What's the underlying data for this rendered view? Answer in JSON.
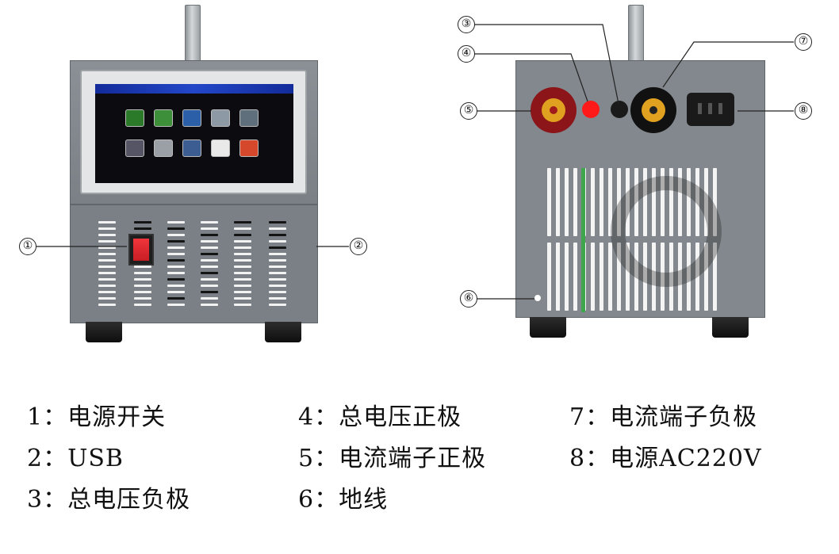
{
  "callouts": {
    "front": [
      "①",
      "②"
    ],
    "rear": [
      "③",
      "④",
      "⑤",
      "⑥",
      "⑦",
      "⑧"
    ]
  },
  "legend": [
    "1：电源开关",
    "2：USB",
    "3：总电压负极",
    "4：总电压正极",
    "5：电流端子正极",
    "6：地线",
    "7：电流端子负极",
    "8：电源AC220V"
  ],
  "colors": {
    "chassis": "#7e858a",
    "switch": "#d8242b",
    "terminal_positive": "#8b1518",
    "terminal_negative": "#111111",
    "terminal_brass": "#e0a020",
    "indicator_red": "#ff1a1a",
    "vent_green": "#3ea64c"
  }
}
